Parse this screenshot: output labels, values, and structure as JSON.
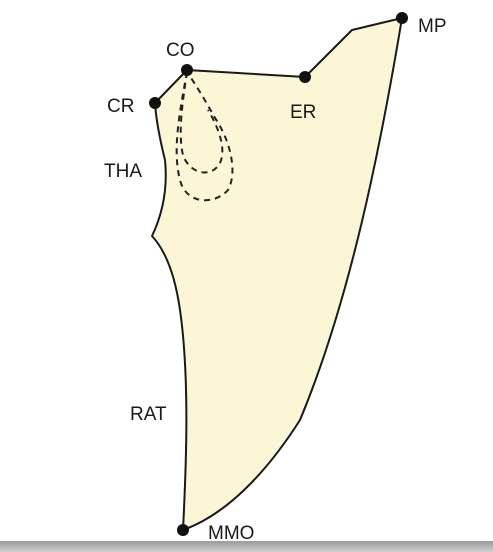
{
  "colors": {
    "fill": "#fbf6d6",
    "stroke": "#1a1a1a"
  },
  "labels": {
    "co": "CO",
    "cr": "CR",
    "er": "ER",
    "mp": "MP",
    "tha": "THA",
    "rat": "RAT",
    "mmo": "MMO"
  }
}
